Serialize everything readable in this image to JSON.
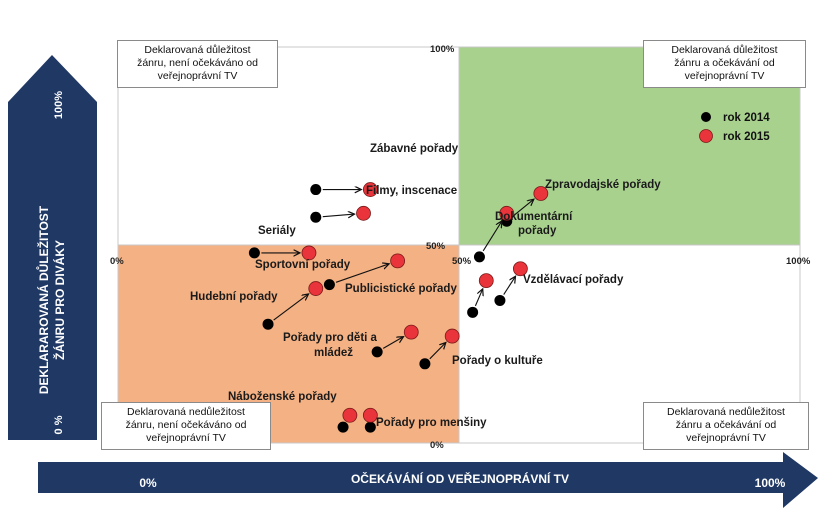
{
  "chart_data": {
    "type": "scatter",
    "x_axis": {
      "label": "OČEKÁVÁNÍ OD VEŘEJNOPRÁVNÍ TV",
      "min_label": "0%",
      "max_label": "100%"
    },
    "y_axis": {
      "label_line1": "DEKLARAROVANÁ DŮLEŽITOST",
      "label_line2": "ŽÁNRU PRO DIVÁKY",
      "min_label": "0 %",
      "max_label": "100%"
    },
    "ticks": {
      "x0": "0%",
      "x50": "50%",
      "x100": "100%",
      "y100": "100%",
      "y50": "50%",
      "y0": "0%"
    },
    "xlim": [
      0,
      100
    ],
    "ylim": [
      0,
      100
    ],
    "quadrants": {
      "top_left": [
        "Deklarovaná důležitost",
        "žánru, není očekáváno od",
        "veřejnoprávní TV"
      ],
      "top_right": [
        "Deklarovaná důležitost",
        "žánru a očekávání od",
        "veřejnoprávní TV"
      ],
      "bottom_left": [
        "Deklarovaná nedůležitost",
        "žánru, není očekáváno od",
        "veřejnoprávní TV"
      ],
      "bottom_right": [
        "Deklarovaná nedůležitost",
        "žánru a očekávání od",
        "veřejnoprávní TV"
      ]
    },
    "legend": [
      {
        "name": "rok 2014",
        "color": "#000000"
      },
      {
        "name": "rok 2015",
        "color": "#e8343a"
      }
    ],
    "colors": {
      "green_quadrant": "#a9d18e",
      "orange_quadrant": "#f4b183",
      "axis_band": "#1f3864",
      "red": "#e8343a",
      "black": "#000000"
    },
    "points": [
      {
        "label": "Zábavné pořady",
        "x2014": 29,
        "y2014": 64,
        "x2015": 37,
        "y2015": 64
      },
      {
        "label": "Filmy, inscenace",
        "x2014": 29,
        "y2014": 57,
        "x2015": 36,
        "y2015": 58
      },
      {
        "label": "Seriály",
        "x2014": 20,
        "y2014": 48,
        "x2015": 28,
        "y2015": 48
      },
      {
        "label": "Zpravodajské pořady",
        "x2014": 57,
        "y2014": 56,
        "x2015": 62,
        "y2015": 63
      },
      {
        "label": "Dokumentární pořady",
        "x2014": 53,
        "y2014": 47,
        "x2015": 57,
        "y2015": 58
      },
      {
        "label": "Sportovní pořady",
        "x2014": 31,
        "y2014": 40,
        "x2015": 41,
        "y2015": 46
      },
      {
        "label": "Hudební pořady",
        "x2014": 22,
        "y2014": 30,
        "x2015": 29,
        "y2015": 39
      },
      {
        "label": "Publicistické pořady",
        "x2014": 52,
        "y2014": 33,
        "x2015": 54,
        "y2015": 41
      },
      {
        "label": "Vzdělávací pořady",
        "x2014": 56,
        "y2014": 36,
        "x2015": 59,
        "y2015": 44
      },
      {
        "label": "Pořady pro děti a mládež",
        "x2014": 38,
        "y2014": 23,
        "x2015": 43,
        "y2015": 28
      },
      {
        "label": "Pořady o kultuře",
        "x2014": 45,
        "y2014": 20,
        "x2015": 49,
        "y2015": 27
      },
      {
        "label": "Náboženské pořady",
        "x2014": 33,
        "y2014": 4,
        "x2015": 34,
        "y2015": 7
      },
      {
        "label": "Pořady pro menšiny",
        "x2014": 37,
        "y2014": 4,
        "x2015": 37,
        "y2015": 7
      }
    ]
  }
}
